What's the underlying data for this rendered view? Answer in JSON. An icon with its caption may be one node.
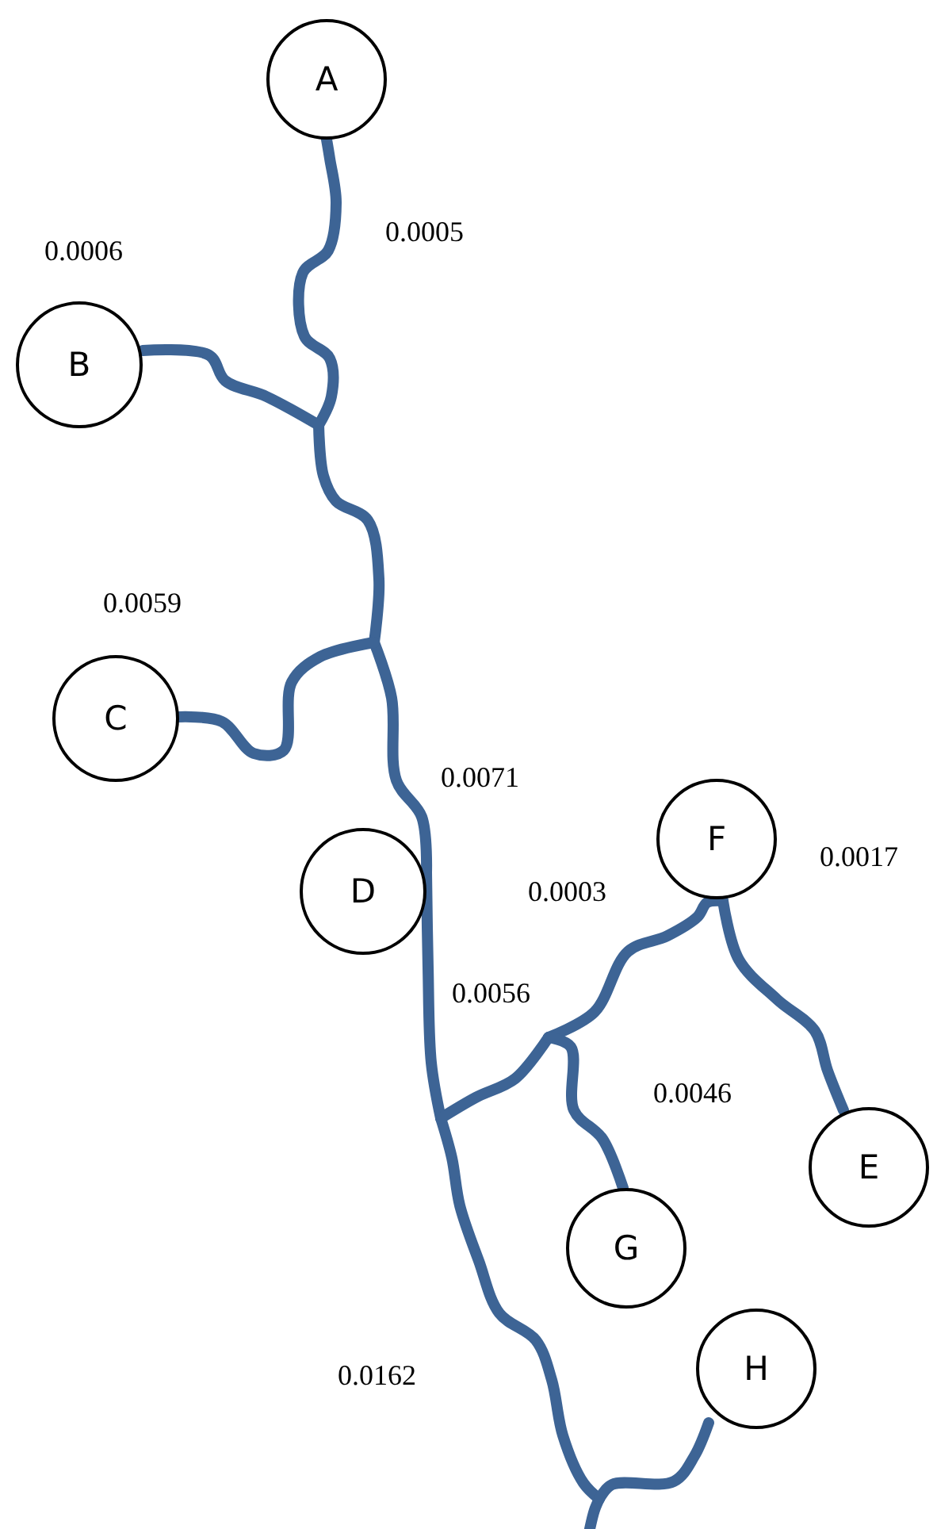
{
  "diagram": {
    "nodes": [
      {
        "text": [
          "A"
        ]
      },
      {
        "text": [
          "B"
        ]
      },
      {
        "text": [
          "C"
        ]
      },
      {
        "text": [
          "F"
        ]
      },
      {
        "text": [
          "D"
        ]
      },
      {
        "text": [
          "E"
        ]
      },
      {
        "text": [
          "G"
        ]
      },
      {
        "text": [
          "H"
        ]
      }
    ],
    "edges": [
      {
        "from": null,
        "to": 0,
        "arrow": "none"
      },
      {
        "from": null,
        "to": 1,
        "arrow": "none"
      },
      {
        "from": null,
        "to": 2,
        "arrow": "none"
      },
      {
        "from": null,
        "to": 3,
        "arrow": "none"
      },
      {
        "from": null,
        "to": 4,
        "arrow": "none"
      },
      {
        "from": null,
        "to": 5,
        "arrow": "none"
      },
      {
        "from": null,
        "to": 6,
        "arrow": "none"
      },
      {
        "from": null,
        "to": 7,
        "arrow": "none"
      }
    ],
    "labels": [
      "0.0005",
      "0.0006",
      "0.0059",
      "0.0071",
      "0.0017",
      "0.0003",
      "0.0056",
      "0.0046",
      "0.0162"
    ]
  }
}
